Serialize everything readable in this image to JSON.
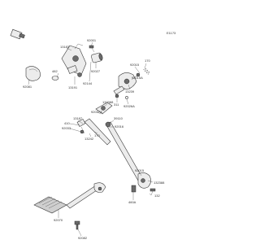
{
  "diagram": {
    "page_code": "E1173",
    "labels": [
      {
        "id": "label-13183",
        "text": "13183"
      },
      {
        "id": "label-92001-a",
        "text": "92001"
      },
      {
        "id": "label-92027",
        "text": "92027"
      },
      {
        "id": "label-482",
        "text": "482"
      },
      {
        "id": "label-13191",
        "text": "13191"
      },
      {
        "id": "label-92144",
        "text": "92144"
      },
      {
        "id": "label-92081",
        "text": "92081"
      },
      {
        "id": "label-92015",
        "text": "92015"
      },
      {
        "id": "label-170",
        "text": "170"
      },
      {
        "id": "label-92015a",
        "text": "92015A"
      },
      {
        "id": "label-311",
        "text": "311"
      },
      {
        "id": "label-92026a",
        "text": "92026A"
      },
      {
        "id": "label-13239",
        "text": "13239"
      },
      {
        "id": "label-132388",
        "text": "132388"
      },
      {
        "id": "label-92037a",
        "text": "92037A"
      },
      {
        "id": "label-39110",
        "text": "39110"
      },
      {
        "id": "label-13187",
        "text": "13187"
      },
      {
        "id": "label-410",
        "text": "410"
      },
      {
        "id": "label-92033",
        "text": "92033"
      },
      {
        "id": "label-92016",
        "text": "92016"
      },
      {
        "id": "label-170b",
        "text": "170"
      },
      {
        "id": "label-13242",
        "text": "13242"
      },
      {
        "id": "label-92015b",
        "text": "92015"
      },
      {
        "id": "label-132388b",
        "text": "132388"
      },
      {
        "id": "label-132",
        "text": "132"
      },
      {
        "id": "label-92070",
        "text": "92070"
      },
      {
        "id": "label-460a",
        "text": "460A"
      },
      {
        "id": "label-92082",
        "text": "92082"
      }
    ]
  }
}
